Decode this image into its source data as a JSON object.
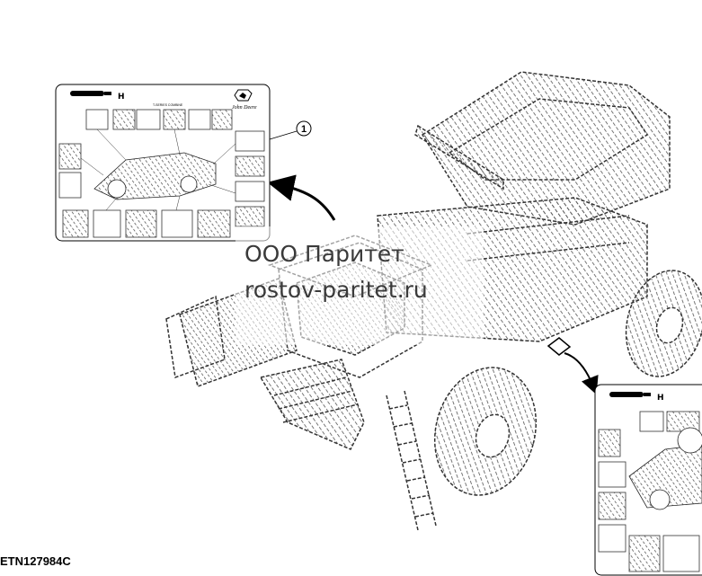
{
  "figure_code": "ETN127984C",
  "callout": "1",
  "watermark": {
    "line1": "ООО Паритет",
    "line2": "rostov-paritet.ru"
  },
  "decal_sheet": {
    "brand": "John Deere",
    "title": "T-SERIES COMBINE"
  },
  "colors": {
    "ink": "#000000",
    "hatch": "#555555",
    "watermark_text": "#3a3a3a"
  }
}
